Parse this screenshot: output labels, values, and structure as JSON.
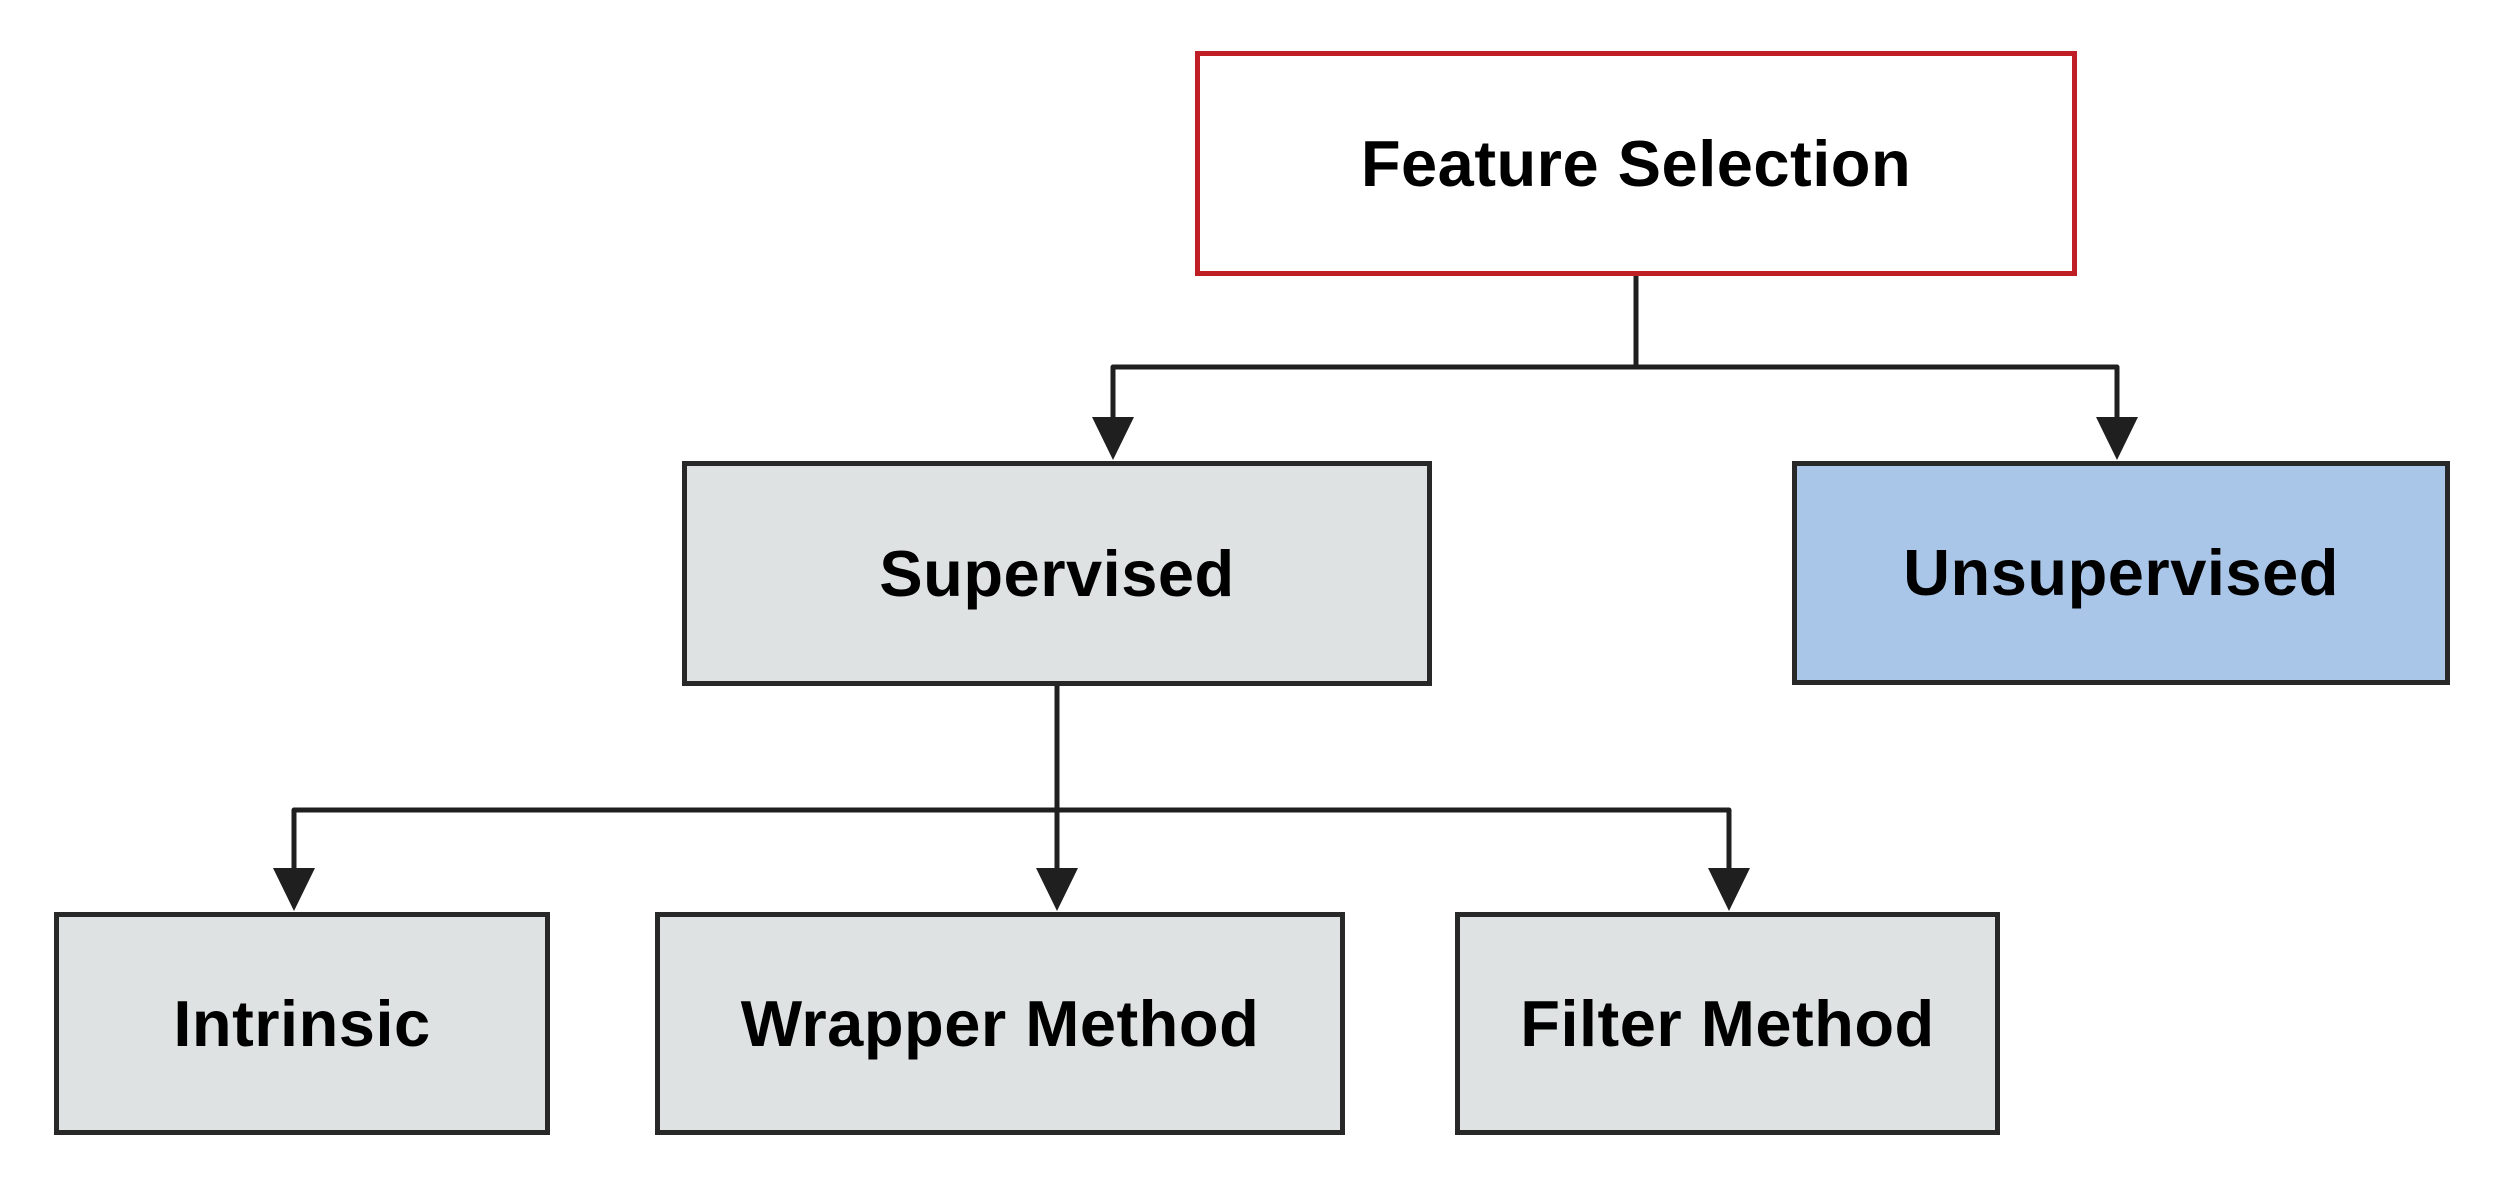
{
  "diagram": {
    "type": "flowchart",
    "nodes": {
      "root": {
        "label": "Feature Selection"
      },
      "supervised": {
        "label": "Supervised"
      },
      "unsupervised": {
        "label": "Unsupervised"
      },
      "intrinsic": {
        "label": "Intrinsic"
      },
      "wrapper": {
        "label": "Wrapper Method"
      },
      "filter": {
        "label": "Filter Method"
      }
    },
    "edges": [
      {
        "from": "Feature Selection",
        "to": "Supervised"
      },
      {
        "from": "Feature Selection",
        "to": "Unsupervised"
      },
      {
        "from": "Supervised",
        "to": "Intrinsic"
      },
      {
        "from": "Supervised",
        "to": "Wrapper Method"
      },
      {
        "from": "Supervised",
        "to": "Filter Method"
      }
    ],
    "colors": {
      "background": "#FFFFFF",
      "root_fill": "#FFFFFF",
      "root_border": "#BF1F24",
      "gray_fill": "#DFE2E2",
      "blue_fill": "#A9C6E9",
      "box_border": "#282828",
      "connector": "#1F1F1F",
      "text": "#000000"
    }
  }
}
